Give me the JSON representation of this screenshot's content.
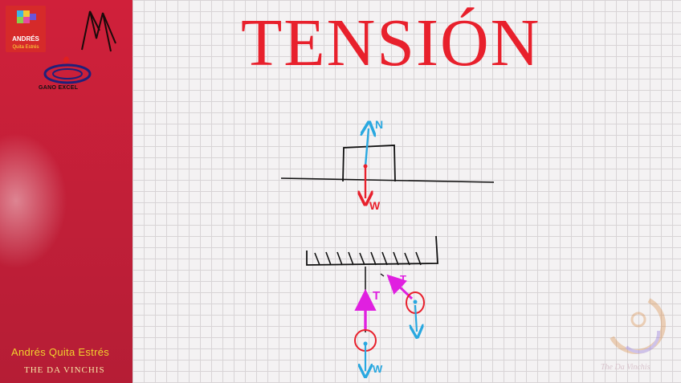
{
  "title": "TENSIÓN",
  "sidebar": {
    "logo_andres": {
      "line1": "ANDRÉS",
      "line2": "Quita Estrés"
    },
    "logo_gano": "GANO EXCEL",
    "author": "Andrés Quita Estrés",
    "brand": "THE DA VINCHIS"
  },
  "diagram1": {
    "force_up": "N",
    "force_down": "W"
  },
  "diagram2": {
    "tension1": "T",
    "tension2": "T",
    "weight": "W"
  },
  "watermark": "The Da Vinchis",
  "colors": {
    "title": "#e8202c",
    "sidebar": "#c41f38",
    "normal_force": "#29a8e0",
    "weight_force": "#e8202c",
    "tension": "#e020e0"
  }
}
